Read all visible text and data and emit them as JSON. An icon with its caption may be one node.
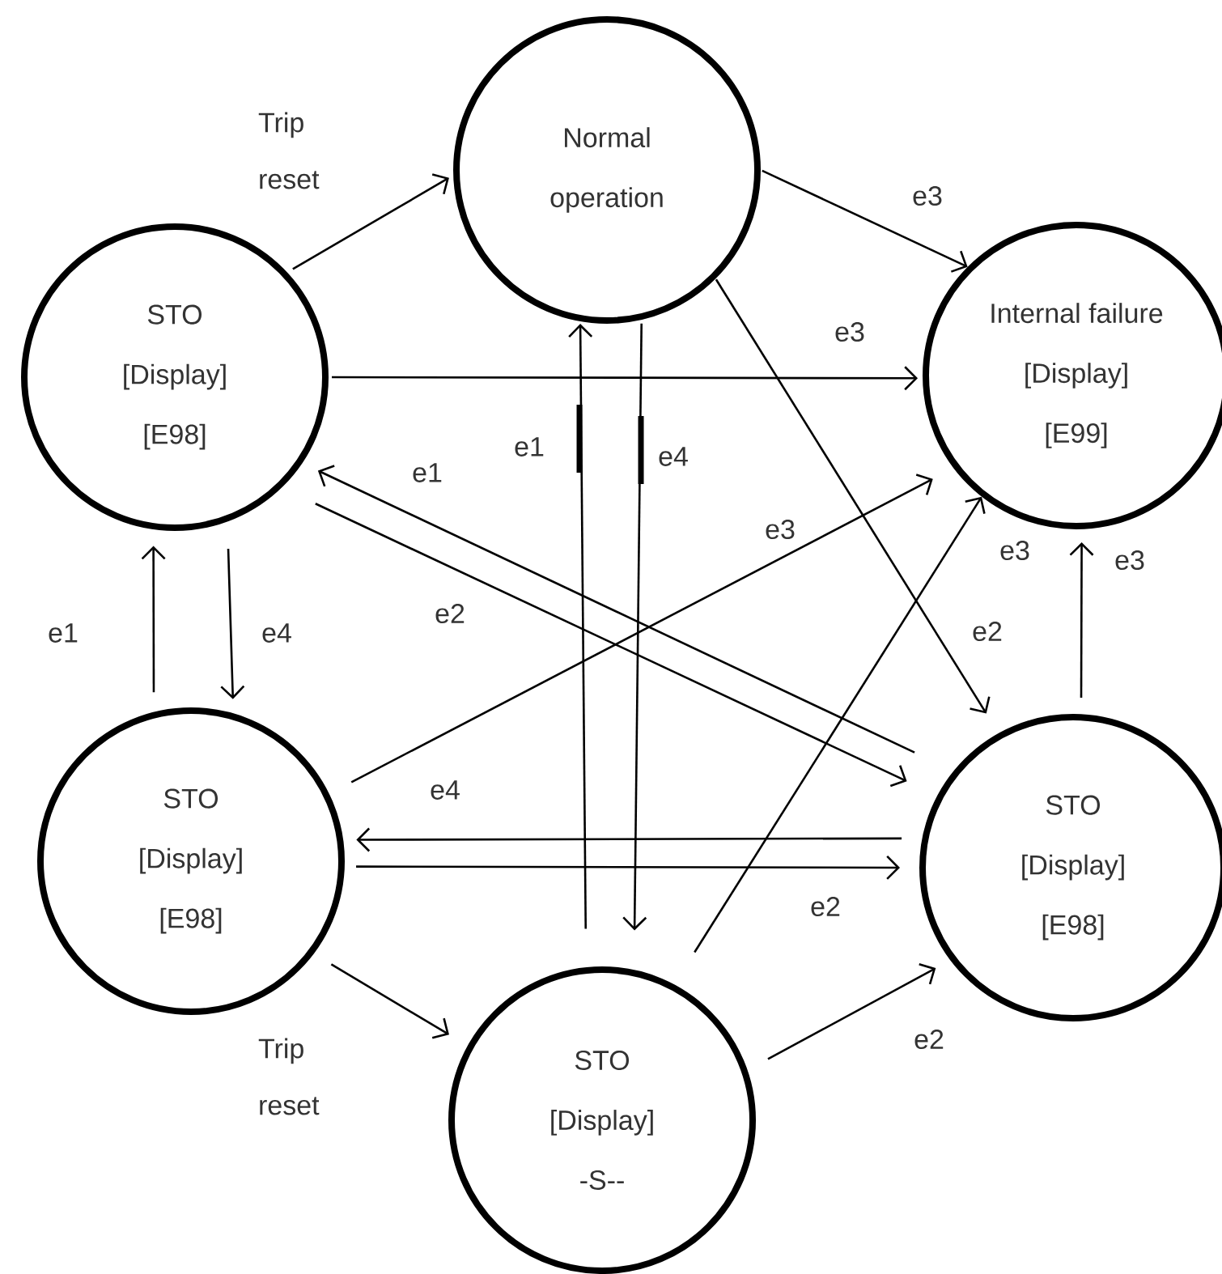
{
  "diagram": {
    "nodes": [
      {
        "text": [
          "Normal operation"
        ]
      },
      {
        "text": [
          "STO",
          "[Display]",
          "[E98]"
        ]
      },
      {
        "text": [
          "Internal failure",
          "[Display]",
          "[E99]"
        ]
      },
      {
        "text": [
          "STO",
          "[Display]",
          "[E98]"
        ]
      },
      {
        "text": [
          "STO",
          "[Display]",
          "[E98]"
        ]
      },
      {
        "text": [
          "STO",
          "[Display]",
          "-S--"
        ]
      }
    ],
    "edges": [
      {
        "from": 1,
        "to": 0,
        "arrow": "to",
        "label": "Trip reset"
      },
      {
        "from": 0,
        "to": 2,
        "arrow": "to",
        "label": "e3"
      },
      {
        "from": 1,
        "to": 2,
        "arrow": "to",
        "label": "e3"
      },
      {
        "from": 4,
        "to": 1,
        "arrow": "to",
        "label": "e1"
      },
      {
        "from": 1,
        "to": 4,
        "arrow": "to",
        "label": "e2"
      },
      {
        "from": 3,
        "to": 1,
        "arrow": "to",
        "label": "e1"
      },
      {
        "from": 1,
        "to": 3,
        "arrow": "to",
        "label": "e4"
      },
      {
        "from": 3,
        "to": 2,
        "arrow": "to",
        "label": "e3"
      },
      {
        "from": 4,
        "to": 3,
        "arrow": "to",
        "label": "e4"
      },
      {
        "from": 3,
        "to": 4,
        "arrow": "to",
        "label": "e2"
      },
      {
        "from": 3,
        "to": 5,
        "arrow": "to",
        "label": "Trip reset"
      },
      {
        "from": 5,
        "to": 0,
        "arrow": "to",
        "label": "e1"
      },
      {
        "from": 0,
        "to": 5,
        "arrow": "to",
        "label": "e4"
      },
      {
        "from": 0,
        "to": 4,
        "arrow": "to",
        "label": "e2"
      },
      {
        "from": 5,
        "to": 2,
        "arrow": "to",
        "label": "e3"
      },
      {
        "from": 5,
        "to": 4,
        "arrow": "to",
        "label": "e2"
      },
      {
        "from": 4,
        "to": 2,
        "arrow": "to",
        "label": "e3"
      }
    ]
  }
}
